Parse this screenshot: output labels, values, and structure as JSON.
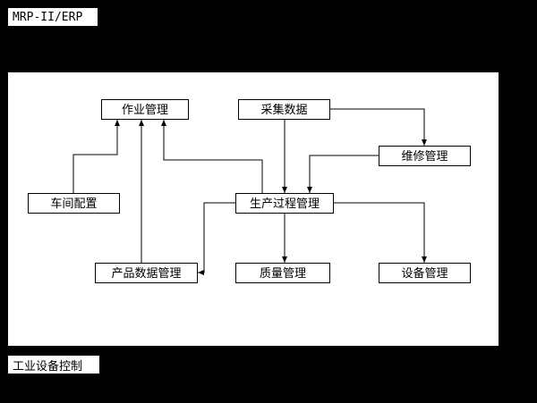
{
  "colors": {
    "background": "#000000",
    "panel": "#ffffff",
    "line": "#000000",
    "text": "#000000"
  },
  "external": {
    "top_label": "MRP-II/ERP",
    "bottom_label": "工业设备控制"
  },
  "diagram": {
    "nodes": [
      {
        "id": "job-management",
        "label": "作业管理"
      },
      {
        "id": "data-collection",
        "label": "采集数据"
      },
      {
        "id": "maintenance-management",
        "label": "维修管理"
      },
      {
        "id": "workshop-configuration",
        "label": "车间配置"
      },
      {
        "id": "production-process-management",
        "label": "生产过程管理"
      },
      {
        "id": "product-data-management",
        "label": "产品数据管理"
      },
      {
        "id": "quality-management",
        "label": "质量管理"
      },
      {
        "id": "equipment-management",
        "label": "设备管理"
      }
    ],
    "edges": [
      {
        "from": "车间配置",
        "to": "作业管理"
      },
      {
        "from": "产品数据管理",
        "to": "作业管理"
      },
      {
        "from": "生产过程管理",
        "to": "作业管理"
      },
      {
        "from": "采集数据",
        "to": "生产过程管理"
      },
      {
        "from": "采集数据",
        "to": "维修管理"
      },
      {
        "from": "维修管理",
        "to": "生产过程管理"
      },
      {
        "from": "生产过程管理",
        "to": "质量管理"
      },
      {
        "from": "生产过程管理",
        "to": "设备管理"
      },
      {
        "from": "生产过程管理",
        "to": "产品数据管理"
      }
    ]
  }
}
